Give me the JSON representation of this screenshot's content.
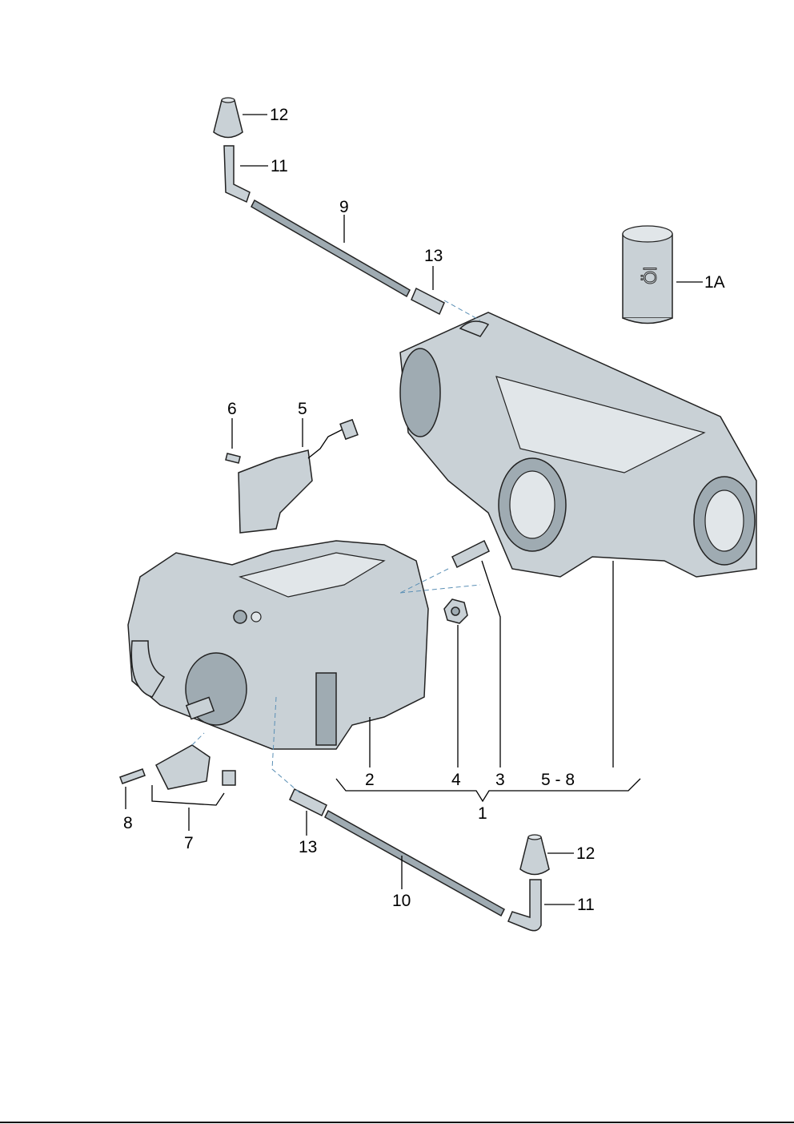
{
  "diagram": {
    "labels": {
      "p12_top": "12",
      "p11_top": "11",
      "p9": "9",
      "p13_top": "13",
      "p1A": "1A",
      "p6": "6",
      "p5": "5",
      "p2": "2",
      "p4": "4",
      "p3": "3",
      "p5_8": "5 - 8",
      "p1": "1",
      "p8": "8",
      "p7": "7",
      "p13_bottom": "13",
      "p10": "10",
      "p12_bottom": "12",
      "p11_bottom": "11"
    },
    "colors": {
      "part": "#c9d1d6",
      "leader": "#000000",
      "dash": "#5a8fb5"
    }
  }
}
